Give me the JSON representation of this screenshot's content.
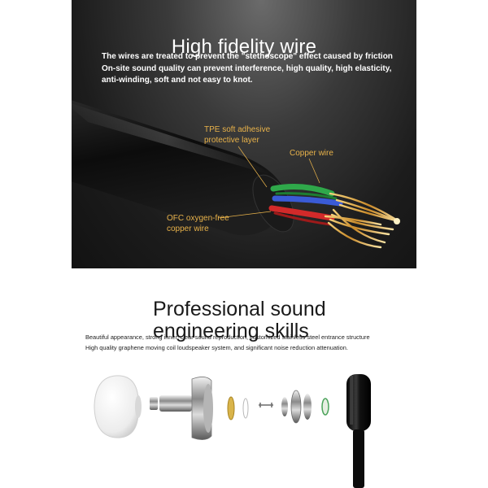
{
  "cable_section": {
    "title": "High fidelity wire",
    "description": [
      "The wires are treated to prevent the \"stethoscope\" effect caused by friction",
      "On-site sound quality can prevent interference, high quality, high elasticity,",
      "anti-winding, soft and not easy to knot."
    ],
    "callouts": {
      "tpe": [
        "TPE soft adhesive",
        "protective layer"
      ],
      "copper": [
        "Copper wire"
      ],
      "ofc": [
        "OFC oxygen-free",
        "copper wire"
      ]
    },
    "colors": {
      "callout_text": "#e8b24a",
      "panel_dark": "#121212",
      "core_red": "#d22a2a",
      "core_green": "#2fa84a",
      "core_blue": "#3a5bd6",
      "copper_gold": "#d9a441"
    }
  },
  "earphone_section": {
    "title": [
      "Professional sound",
      "engineering skills"
    ],
    "description": [
      "Beautiful appearance, strong inner, clear sound reproduction, customized stainless steel entrance structure",
      "High quality graphene moving coil loudspeaker system, and significant noise reduction attenuation."
    ],
    "icons": [
      "silicone-ear-tip-icon",
      "metal-nozzle-icon",
      "driver-housing-icon",
      "diaphragm-ring-icon",
      "spring-icon",
      "magnet-ring-icon",
      "graphene-disc-icon",
      "cable-housing-icon"
    ]
  }
}
